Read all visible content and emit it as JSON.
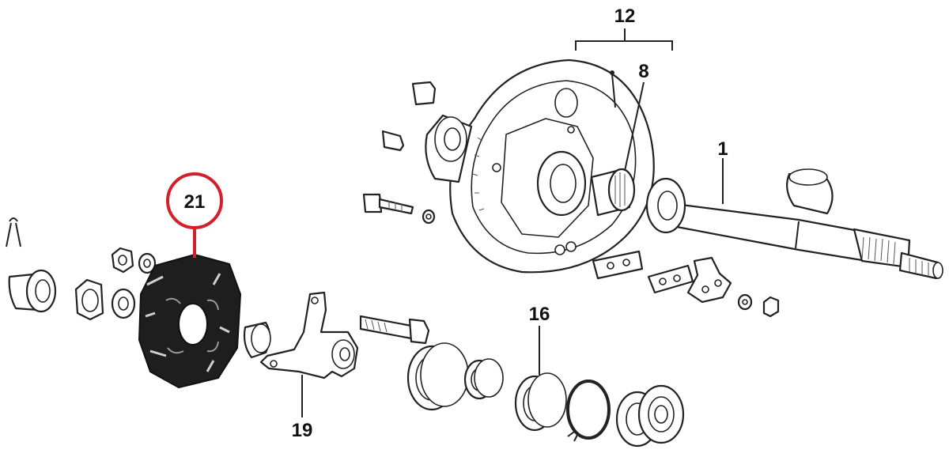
{
  "callouts": {
    "c21": "21",
    "c12": "12",
    "c8": "8",
    "c1": "1",
    "c16": "16",
    "c19": "19"
  },
  "colors": {
    "highlight": "#d4202a",
    "ink": "#222222",
    "rubber": "#1e1e1e",
    "background": "#ffffff"
  }
}
